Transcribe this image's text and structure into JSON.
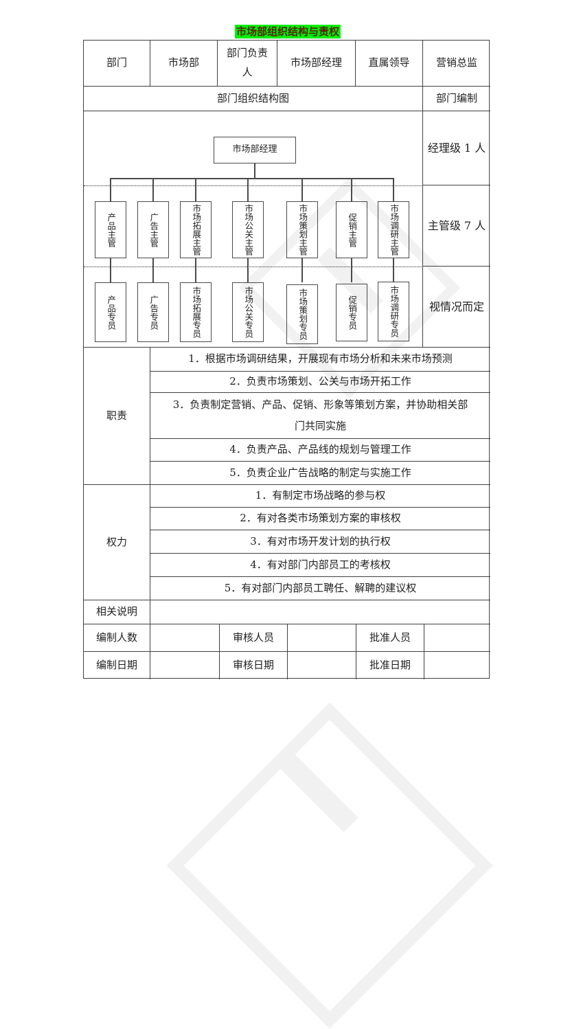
{
  "title": {
    "text": "市场部组织结构与责权",
    "highlight_color": "#00f000",
    "text_color": "#5a2200"
  },
  "info_row": {
    "cells": [
      "部门",
      "市场部",
      "部门负责人",
      "市场部经理",
      "直属领导",
      "营销总监"
    ]
  },
  "section_headers": {
    "chart": "部门组织结构图",
    "staffing": "部门编制"
  },
  "org_chart": {
    "root": "市场部经理",
    "supervisors": [
      "产品主管",
      "广告主管",
      "市场拓展主管",
      "市场公关主管",
      "市场策划主管",
      "促销主管",
      "市场调研主管"
    ],
    "specialists": [
      "产品专员",
      "广告专员",
      "市场拓展专员",
      "市场公关专员",
      "市场策划专员",
      "促销专员",
      "市场调研专员"
    ],
    "staffing_levels": [
      "经理级 1 人",
      "主管级 7 人",
      "视情况而定"
    ]
  },
  "duties": {
    "label": "职责",
    "items": [
      "1．根据市场调研结果，开展现有市场分析和未来市场预测",
      "2．负责市场策划、公关与市场开拓工作",
      "3．负责制定营销、产品、促销、形象等策划方案，并协助相关部门共同实施",
      "4．负责产品、产品线的规划与管理工作",
      "5．负责企业广告战略的制定与实施工作"
    ]
  },
  "powers": {
    "label": "权力",
    "items": [
      "1．有制定市场战略的参与权",
      "2．有对各类市场策划方案的审核权",
      "3．有对市场开发计划的执行权",
      "4．有对部门内部员工的考核权",
      "5．有对部门内部员工聘任、解聘的建议权"
    ]
  },
  "notes": {
    "label": "相关说明",
    "value": ""
  },
  "approval": {
    "row1": [
      "编制人数",
      "",
      "审核人员",
      "",
      "批准人员",
      ""
    ],
    "row2": [
      "编制日期",
      "",
      "审核日期",
      "",
      "批准日期",
      ""
    ]
  },
  "colors": {
    "border": "#3f3f3f",
    "watermark": "#f1f1f1",
    "box_border": "#4a4a4a"
  }
}
